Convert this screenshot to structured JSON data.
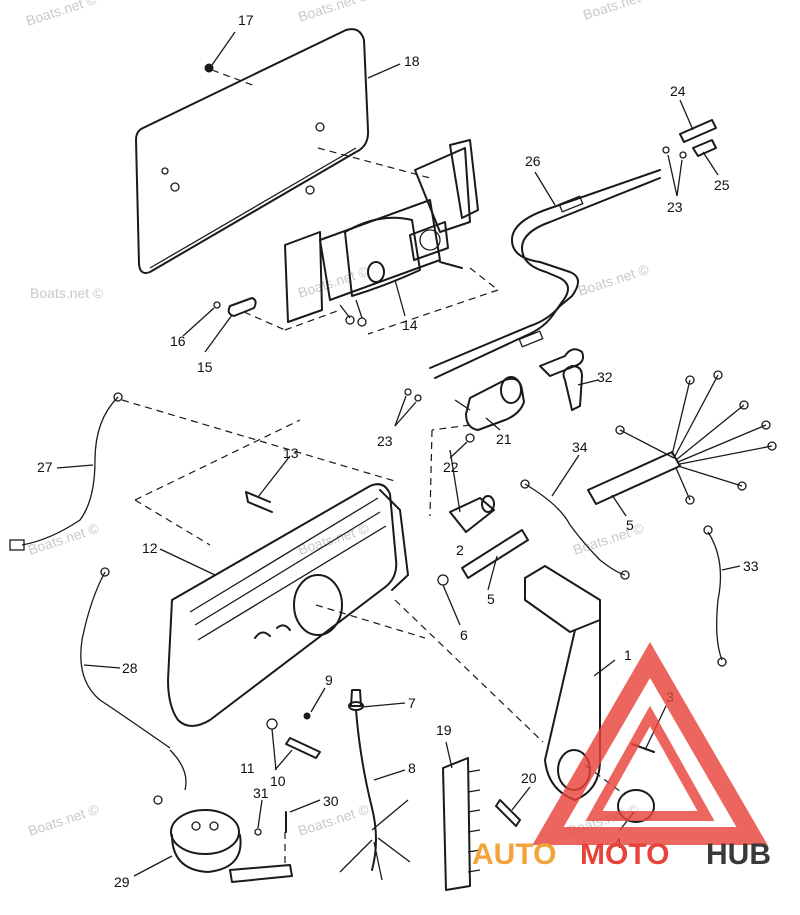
{
  "watermark_text": "Boats.net ©",
  "logo": {
    "part1": "AUTO",
    "part2": "MOTO",
    "part3": "HUB",
    "colors": {
      "auto": "#f2a33a",
      "moto": "#e8433a",
      "hub": "#3a3a3a",
      "triangle": "#e8433a"
    }
  },
  "callouts": {
    "c1": "1",
    "c2": "2",
    "c3": "3",
    "c4": "4",
    "c5a": "5",
    "c5b": "5",
    "c6": "6",
    "c7": "7",
    "c8": "8",
    "c9": "9",
    "c10": "10",
    "c11": "11",
    "c12": "12",
    "c13": "13",
    "c14": "14",
    "c15": "15",
    "c16": "16",
    "c17": "17",
    "c18": "18",
    "c19": "19",
    "c20": "20",
    "c21": "21",
    "c22": "22",
    "c23a": "23",
    "c23b": "23",
    "c24": "24",
    "c25": "25",
    "c26": "26",
    "c27": "27",
    "c28": "28",
    "c29": "29",
    "c30": "30",
    "c31": "31",
    "c32": "32",
    "c33": "33",
    "c34": "34"
  }
}
